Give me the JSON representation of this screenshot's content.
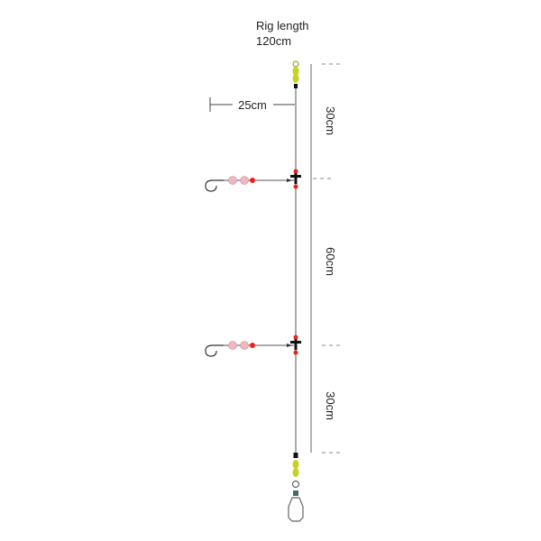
{
  "title": {
    "line1": "Rig length",
    "line2": "120cm"
  },
  "dimensions": {
    "snood_length": "25cm",
    "top_section": "30cm",
    "middle_section": "60cm",
    "bottom_section": "30cm"
  },
  "colors": {
    "line": "#555555",
    "swivel": "#c5d21f",
    "bead_red": "#e8231c",
    "bead_pink": "#f1b7bf",
    "boom_black": "#111111",
    "dash": "#888888",
    "sinker_outline": "#666666"
  }
}
